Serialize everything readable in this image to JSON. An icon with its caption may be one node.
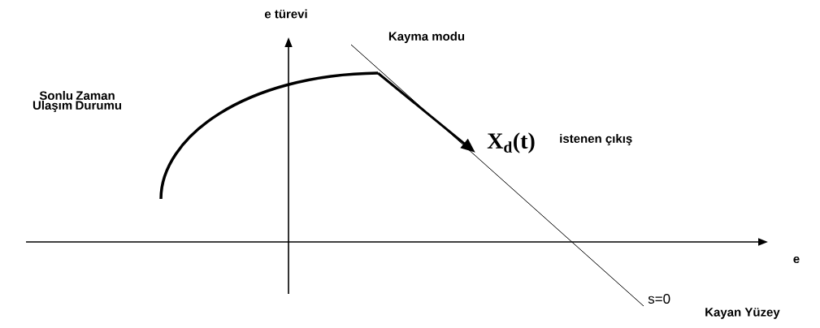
{
  "diagram": {
    "labels": [
      "e türevi",
      "Kayma modu",
      "Sonlu Zaman Ulaşım Durumu",
      "X$_{d}$(t)",
      "istenen çıkış",
      "e",
      "s=0",
      "Kayan Yüzey"
    ]
  }
}
